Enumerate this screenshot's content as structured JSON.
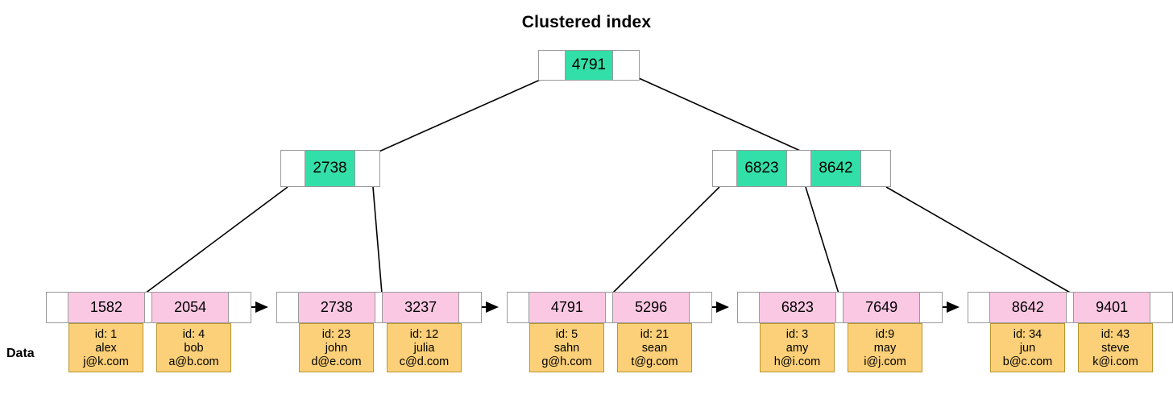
{
  "title": "Clustered index",
  "data_label": "Data",
  "colors": {
    "key_internal": "#33dfa8",
    "key_leaf": "#fbc8e4",
    "payload": "#fbd078",
    "border": "#9a9a9a",
    "edge": "#000000",
    "background": "#ffffff"
  },
  "tree": {
    "root": {
      "keys": [
        "4791"
      ]
    },
    "internal": [
      {
        "keys": [
          "2738"
        ]
      },
      {
        "keys": [
          "6823",
          "8642"
        ]
      }
    ],
    "leaves": [
      {
        "keys": [
          "1582",
          "2054"
        ],
        "records": [
          {
            "id": "id: 1",
            "name": "alex",
            "email": "j@k.com"
          },
          {
            "id": "id: 4",
            "name": "bob",
            "email": "a@b.com"
          }
        ]
      },
      {
        "keys": [
          "2738",
          "3237"
        ],
        "records": [
          {
            "id": "id: 23",
            "name": "john",
            "email": "d@e.com"
          },
          {
            "id": "id: 12",
            "name": "julia",
            "email": "c@d.com"
          }
        ]
      },
      {
        "keys": [
          "4791",
          "5296"
        ],
        "records": [
          {
            "id": "id: 5",
            "name": "sahn",
            "email": "g@h.com"
          },
          {
            "id": "id: 21",
            "name": "sean",
            "email": "t@g.com"
          }
        ]
      },
      {
        "keys": [
          "6823",
          "7649"
        ],
        "records": [
          {
            "id": "id: 3",
            "name": "amy",
            "email": "h@i.com"
          },
          {
            "id": "id:9",
            "name": "may",
            "email": "i@j.com"
          }
        ]
      },
      {
        "keys": [
          "8642",
          "9401"
        ],
        "records": [
          {
            "id": "id: 34",
            "name": "jun",
            "email": "b@c.com"
          },
          {
            "id": "id: 43",
            "name": "steve",
            "email": "k@i.com"
          }
        ]
      }
    ]
  },
  "chart_data": {
    "type": "diagram",
    "title": "Clustered index",
    "structure": "b-plus-tree",
    "levels": 3,
    "root_keys": [
      "4791"
    ],
    "internal_keys": [
      [
        "2738"
      ],
      [
        "6823",
        "8642"
      ]
    ],
    "leaf_keys": [
      [
        "1582",
        "2054"
      ],
      [
        "2738",
        "3237"
      ],
      [
        "4791",
        "5296"
      ],
      [
        "6823",
        "7649"
      ],
      [
        "8642",
        "9401"
      ]
    ],
    "leaf_links": "singly-linked left-to-right",
    "rows": [
      {
        "key": "1582",
        "id": "id: 1",
        "name": "alex",
        "email": "j@k.com"
      },
      {
        "key": "2054",
        "id": "id: 4",
        "name": "bob",
        "email": "a@b.com"
      },
      {
        "key": "2738",
        "id": "id: 23",
        "name": "john",
        "email": "d@e.com"
      },
      {
        "key": "3237",
        "id": "id: 12",
        "name": "julia",
        "email": "c@d.com"
      },
      {
        "key": "4791",
        "id": "id: 5",
        "name": "sahn",
        "email": "g@h.com"
      },
      {
        "key": "5296",
        "id": "id: 21",
        "name": "sean",
        "email": "t@g.com"
      },
      {
        "key": "6823",
        "id": "id: 3",
        "name": "amy",
        "email": "h@i.com"
      },
      {
        "key": "7649",
        "id": "id:9",
        "name": "may",
        "email": "i@j.com"
      },
      {
        "key": "8642",
        "id": "id: 34",
        "name": "jun",
        "email": "b@c.com"
      },
      {
        "key": "9401",
        "id": "id: 43",
        "name": "steve",
        "email": "k@i.com"
      }
    ]
  }
}
